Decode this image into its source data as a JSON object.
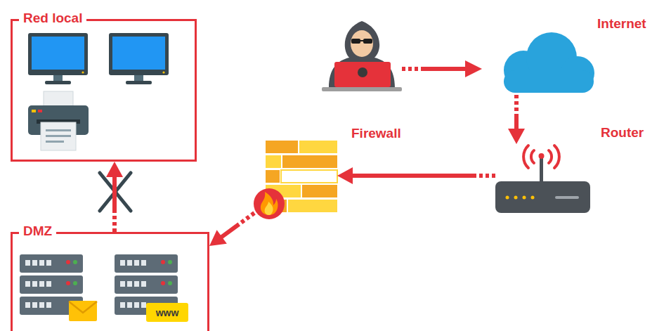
{
  "diagram": {
    "nodes": [
      {
        "text": [
          "Red local"
        ]
      },
      {
        "text": [
          "DMZ"
        ]
      },
      {
        "text": [
          "Internet"
        ]
      },
      {
        "text": [
          "Router"
        ]
      },
      {
        "text": [
          "Firewall"
        ]
      }
    ],
    "edges": [
      {
        "from": 2,
        "to": 3,
        "arrow": "to"
      },
      {
        "from": 3,
        "to": 4,
        "arrow": "to"
      },
      {
        "from": 4,
        "to": 1,
        "arrow": "to"
      },
      {
        "from": 1,
        "to": 0,
        "arrow": "to"
      }
    ],
    "labels": [
      "www"
    ]
  }
}
